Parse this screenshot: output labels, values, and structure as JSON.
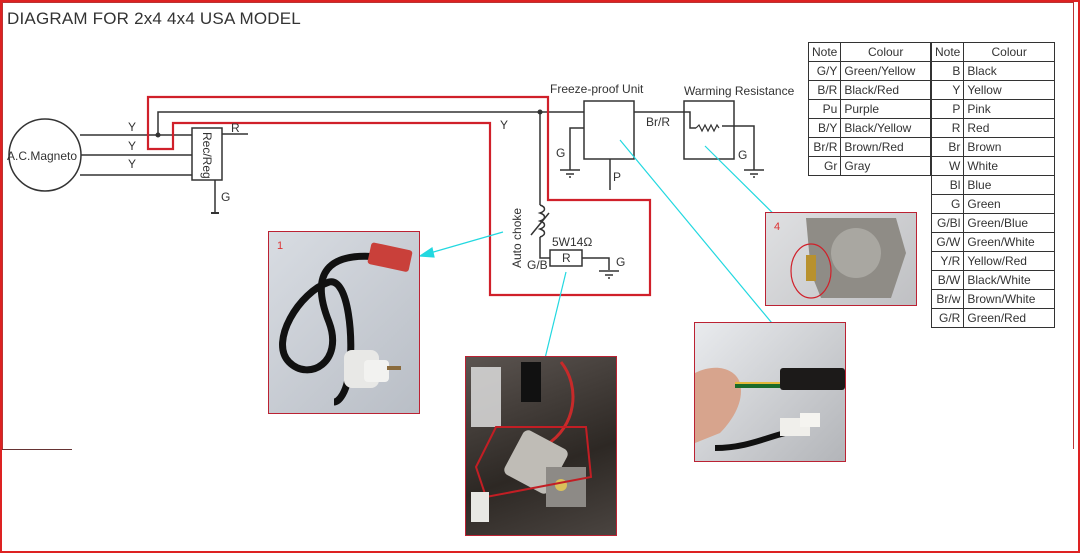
{
  "title": "DIAGRAM FOR  2x4 4x4 USA MODEL",
  "components": {
    "magneto": "A.C.Magneto",
    "rec_reg": "Rec/Reg",
    "freeze_proof": "Freeze-proof Unit",
    "warming_resistance": "Warming Resistance",
    "auto_choke": "Auto choke",
    "resistor_rating": "5W14Ω",
    "resistor": "R"
  },
  "wire_labels": {
    "y1": "Y",
    "y2": "Y",
    "y3": "Y",
    "r": "R",
    "g_regreg": "G",
    "y_main": "Y",
    "g_freeze": "G",
    "p": "P",
    "br_r": "Br/R",
    "g_warm": "G",
    "g_b": "G/B",
    "g_res": "G"
  },
  "legend_left": {
    "header": [
      "Note",
      "Colour"
    ],
    "rows": [
      [
        "G/Y",
        "Green/Yellow"
      ],
      [
        "B/R",
        "Black/Red"
      ],
      [
        "Pu",
        "Purple"
      ],
      [
        "B/Y",
        "Black/Yellow"
      ],
      [
        "Br/R",
        "Brown/Red"
      ],
      [
        "Gr",
        "Gray"
      ]
    ]
  },
  "legend_right": {
    "header": [
      "Note",
      "Colour"
    ],
    "rows": [
      [
        "B",
        "Black"
      ],
      [
        "Y",
        "Yellow"
      ],
      [
        "P",
        "Pink"
      ],
      [
        "R",
        "Red"
      ],
      [
        "Br",
        "Brown"
      ],
      [
        "W",
        "White"
      ],
      [
        "Bl",
        "Blue"
      ],
      [
        "G",
        "Green"
      ],
      [
        "G/Bl",
        "Green/Blue"
      ],
      [
        "G/W",
        "Green/White"
      ],
      [
        "Y/R",
        "Yellow/Red"
      ],
      [
        "B/W",
        "Black/White"
      ],
      [
        "Br/w",
        "Brown/White"
      ],
      [
        "G/R",
        "Green/Red"
      ]
    ]
  },
  "photos": {
    "auto_choke_photo": {
      "number": "1"
    },
    "resistor_photo": {
      "number": ""
    },
    "connector_photo": {
      "number": ""
    },
    "carburetor_photo": {
      "number": "4"
    }
  },
  "colors": {
    "highlight_red": "#d0202a",
    "arrow_cyan": "#22d8e0",
    "wire": "#333333"
  }
}
